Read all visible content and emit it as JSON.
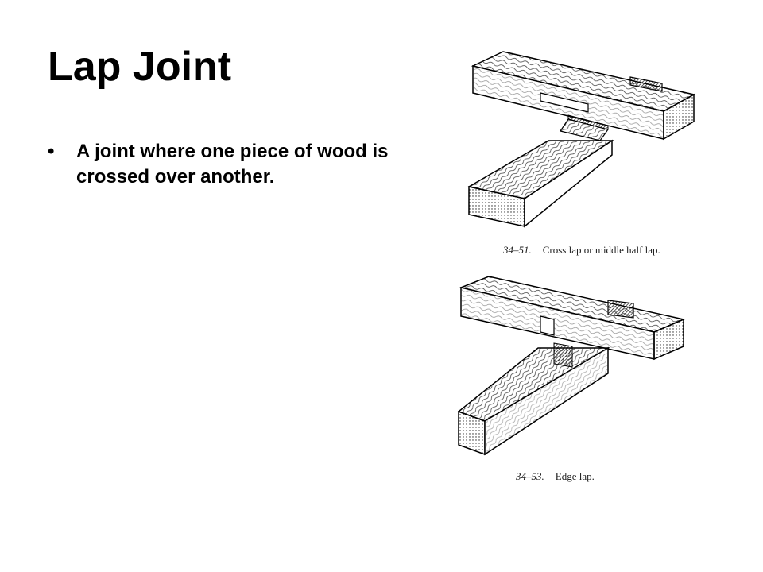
{
  "slide": {
    "title": "Lap Joint",
    "bullets": [
      {
        "mark": "•",
        "text": "A joint where one piece of wood is crossed over another."
      }
    ]
  },
  "figures": [
    {
      "number": "34–51.",
      "caption": "Cross lap or middle half lap."
    },
    {
      "number": "34–53.",
      "caption": "Edge lap."
    }
  ]
}
